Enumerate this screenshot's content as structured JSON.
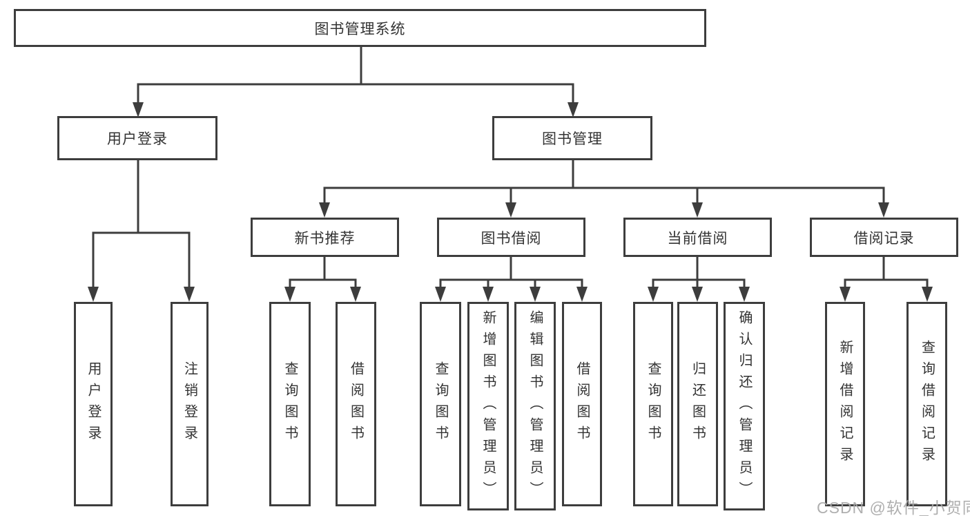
{
  "colors": {
    "line": "#3d3d3d",
    "text": "#333333",
    "box_fill": "#ffffff",
    "background": "#ffffff",
    "watermark": "#a8a8a8"
  },
  "watermark": {
    "text": "CSDN @软件_小贺同学"
  },
  "tree": {
    "root": {
      "label": "图书管理系统"
    },
    "branches": [
      {
        "label": "用户登录",
        "children": [
          {
            "label": "用户登录"
          },
          {
            "label": "注销登录"
          }
        ]
      },
      {
        "label": "图书管理",
        "children": [
          {
            "label": "新书推荐",
            "children": [
              {
                "label": "查询图书"
              },
              {
                "label": "借阅图书"
              }
            ]
          },
          {
            "label": "图书借阅",
            "children": [
              {
                "label": "查询图书"
              },
              {
                "label": "新增图书（管理员）"
              },
              {
                "label": "编辑图书（管理员）"
              },
              {
                "label": "借阅图书"
              }
            ]
          },
          {
            "label": "当前借阅",
            "children": [
              {
                "label": "查询图书"
              },
              {
                "label": "归还图书"
              },
              {
                "label": "确认归还（管理员）"
              }
            ]
          },
          {
            "label": "借阅记录",
            "children": [
              {
                "label": "新增借阅记录"
              },
              {
                "label": "查询借阅记录"
              }
            ]
          }
        ]
      }
    ]
  }
}
